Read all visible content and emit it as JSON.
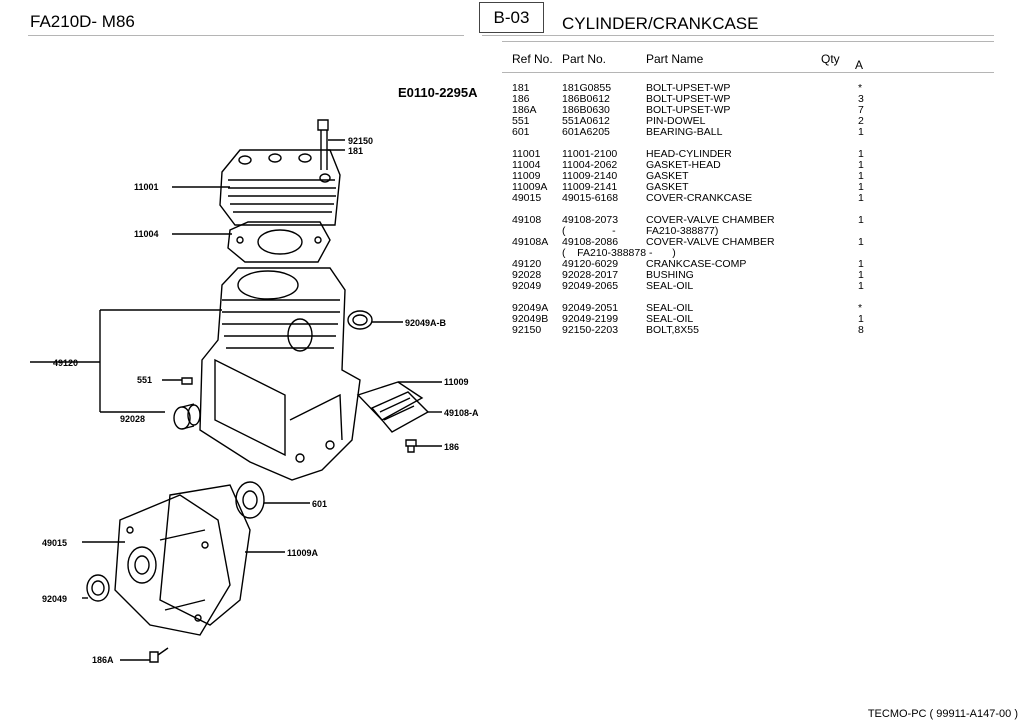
{
  "header": {
    "model": "FA210D- M86",
    "page_code": "B-03",
    "section_title": "CYLINDER/CRANKCASE"
  },
  "table": {
    "columns": {
      "ref": "Ref No.",
      "part": "Part No.",
      "name": "Part Name",
      "qty": "Qty",
      "qty_sub": "A"
    },
    "rows": [
      {
        "ref": "181",
        "part": "181G0855",
        "name": "BOLT-UPSET-WP",
        "qty": "*"
      },
      {
        "ref": "186",
        "part": "186B0612",
        "name": "BOLT-UPSET-WP",
        "qty": "3"
      },
      {
        "ref": "186A",
        "part": "186B0630",
        "name": "BOLT-UPSET-WP",
        "qty": "7"
      },
      {
        "ref": "551",
        "part": "551A0612",
        "name": "PIN-DOWEL",
        "qty": "2"
      },
      {
        "ref": "601",
        "part": "601A6205",
        "name": "BEARING-BALL",
        "qty": "1"
      },
      {
        "ref": "11001",
        "part": "11001-2100",
        "name": "HEAD-CYLINDER",
        "qty": "1"
      },
      {
        "ref": "11004",
        "part": "11004-2062",
        "name": "GASKET-HEAD",
        "qty": "1"
      },
      {
        "ref": "11009",
        "part": "11009-2140",
        "name": "GASKET",
        "qty": "1"
      },
      {
        "ref": "11009A",
        "part": "11009-2141",
        "name": "GASKET",
        "qty": "1"
      },
      {
        "ref": "49015",
        "part": "49015-6168",
        "name": "COVER-CRANKCASE",
        "qty": "1"
      },
      {
        "ref": "49108",
        "part": "49108-2073",
        "name": "COVER-VALVE CHAMBER",
        "qty": "1"
      },
      {
        "ref": "",
        "part": "(                -",
        "name": "FA210-388877)",
        "qty": ""
      },
      {
        "ref": "49108A",
        "part": "49108-2086",
        "name": "COVER-VALVE CHAMBER",
        "qty": "1"
      },
      {
        "ref": "",
        "part": "(    FA210-388878 -",
        "name": "         )",
        "qty": ""
      },
      {
        "ref": "49120",
        "part": "49120-6029",
        "name": "CRANKCASE-COMP",
        "qty": "1"
      },
      {
        "ref": "92028",
        "part": "92028-2017",
        "name": "BUSHING",
        "qty": "1"
      },
      {
        "ref": "92049",
        "part": "92049-2065",
        "name": "SEAL-OIL",
        "qty": "1"
      },
      {
        "ref": "92049A",
        "part": "92049-2051",
        "name": "SEAL-OIL",
        "qty": "*"
      },
      {
        "ref": "92049B",
        "part": "92049-2199",
        "name": "SEAL-OIL",
        "qty": "1"
      },
      {
        "ref": "92150",
        "part": "92150-2203",
        "name": "BOLT,8X55",
        "qty": "8"
      }
    ]
  },
  "diagram": {
    "code": "E0110-2295A",
    "callouts": [
      "92150",
      "181",
      "11001",
      "11004",
      "92049A-B",
      "49120",
      "11009",
      "551",
      "49108-A",
      "92028",
      "186",
      "601",
      "49015",
      "11009A",
      "92049",
      "186A"
    ]
  },
  "footer": "TECMO-PC  ( 99911-A147-00 )"
}
